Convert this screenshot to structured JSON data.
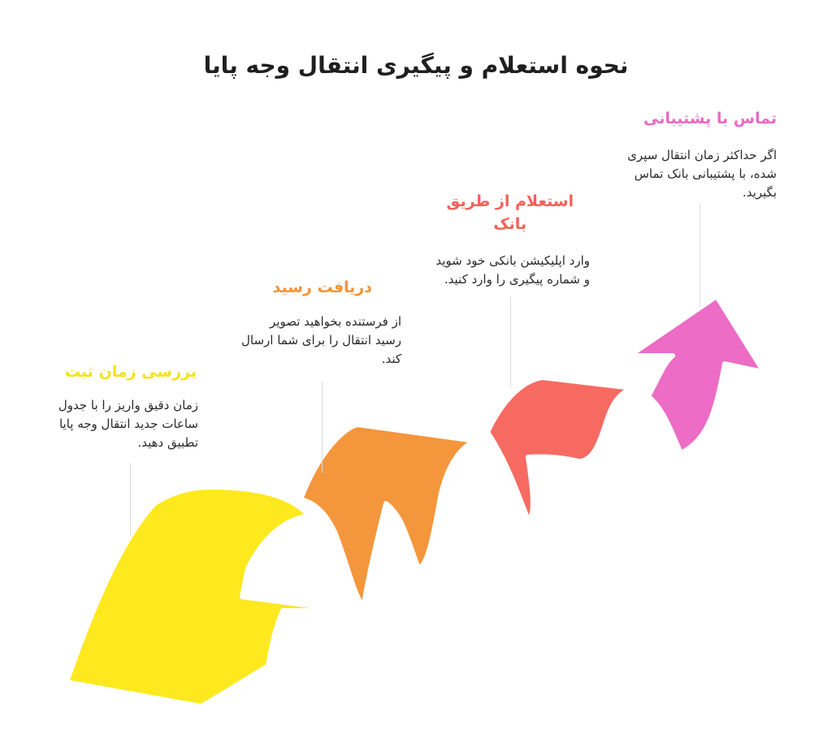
{
  "title": "نحوه استعلام و پیگیری انتقال وجه پایا",
  "colors": {
    "yellow": "#fde91e",
    "orange": "#f4963c",
    "red": "#f76a62",
    "pink": "#ec6cc6"
  },
  "steps": [
    {
      "heading": "بررسی زمان ثبت",
      "lines": [
        "زمان دقیق واریز را با جدول",
        "ساعات جدید انتقال وجه پایا",
        "تطبیق دهید."
      ],
      "color": "#f5e21a"
    },
    {
      "heading": "دریافت رسید",
      "lines": [
        "از فرستنده بخواهید تصویر",
        "رسید انتقال را برای شما ارسال",
        "کند."
      ],
      "color": "#f29537"
    },
    {
      "heading": "استعلام از طریق بانک",
      "heading_lines": [
        "استعلام از طریق",
        "بانک"
      ],
      "lines": [
        "وارد اپلیکیشن بانکی خود شوید",
        "و شماره پیگیری را وارد کنید."
      ],
      "color": "#f2615a"
    },
    {
      "heading": "تماس با پشتیبانی",
      "lines": [
        "اگر حداکثر زمان انتقال سپری",
        "شده، با پشتیبانی بانک تماس",
        "بگیرید."
      ],
      "color": "#e86ac2"
    }
  ]
}
